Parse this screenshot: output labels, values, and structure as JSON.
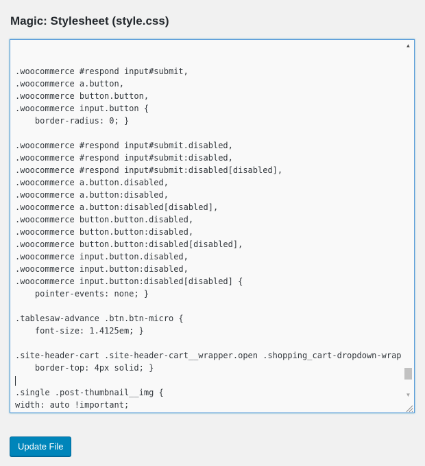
{
  "page": {
    "title": "Magic: Stylesheet (style.css)"
  },
  "editor": {
    "lines": [
      "",
      ".woocommerce #respond input#submit,",
      ".woocommerce a.button,",
      ".woocommerce button.button,",
      ".woocommerce input.button {",
      "    border-radius: 0; }",
      "",
      ".woocommerce #respond input#submit.disabled,",
      ".woocommerce #respond input#submit:disabled,",
      ".woocommerce #respond input#submit:disabled[disabled],",
      ".woocommerce a.button.disabled,",
      ".woocommerce a.button:disabled,",
      ".woocommerce a.button:disabled[disabled],",
      ".woocommerce button.button.disabled,",
      ".woocommerce button.button:disabled,",
      ".woocommerce button.button:disabled[disabled],",
      ".woocommerce input.button.disabled,",
      ".woocommerce input.button:disabled,",
      ".woocommerce input.button:disabled[disabled] {",
      "    pointer-events: none; }",
      "",
      ".tablesaw-advance .btn.btn-micro {",
      "    font-size: 1.4125em; }",
      "",
      ".site-header-cart .site-header-cart__wrapper.open .shopping_cart-dropdown-wrap {",
      "    border-top: 4px solid; }",
      "",
      ".single .post-thumbnail__img {",
      "width: auto !important;",
      "}"
    ],
    "caret_line": 26,
    "scroll_position": 0.97
  },
  "actions": {
    "update_label": "Update File"
  }
}
